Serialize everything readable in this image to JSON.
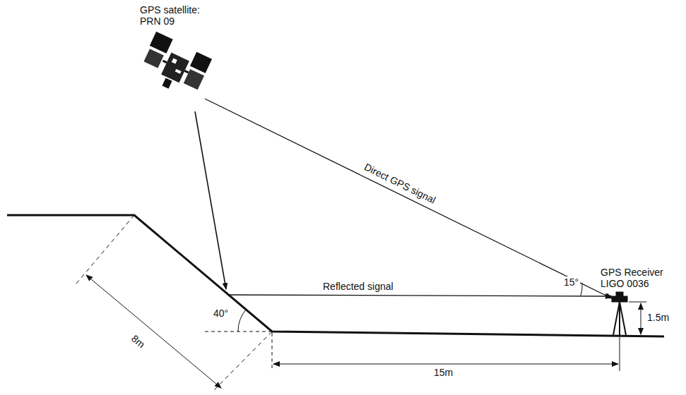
{
  "diagram": {
    "labels": [
      "GPS satellite: PRN 09",
      "Direct GPS signal",
      "Reflected signal",
      "15°",
      "GPS Receiver LIGO 0036",
      "40°",
      "8m",
      "15m",
      "1.5m"
    ]
  }
}
